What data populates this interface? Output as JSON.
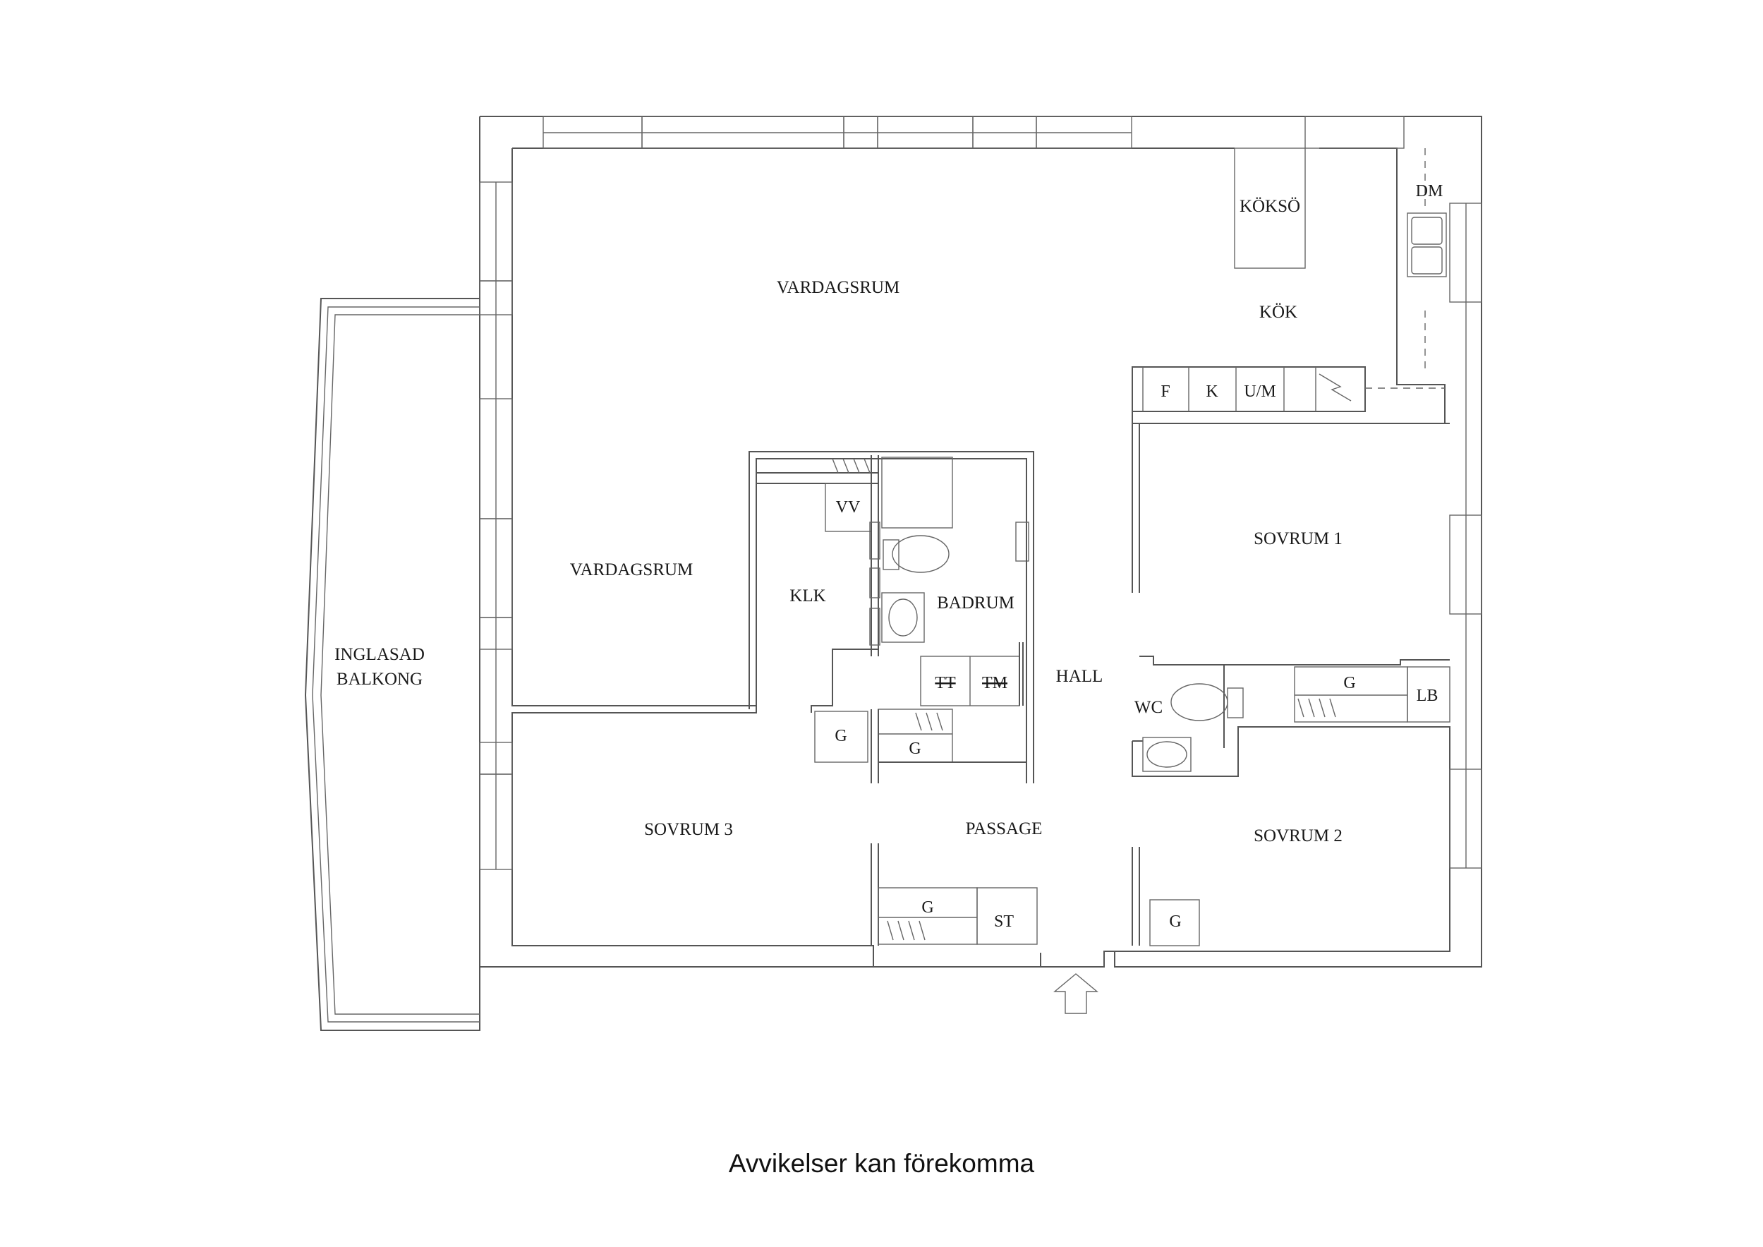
{
  "rooms": {
    "vardagsrum_top": "VARDAGSRUM",
    "vardagsrum_left": "VARDAGSRUM",
    "kok": "KÖK",
    "koksö": "KÖKSÖ",
    "sovrum1": "SOVRUM 1",
    "sovrum2": "SOVRUM 2",
    "sovrum3": "SOVRUM 3",
    "badrum": "BADRUM",
    "klk": "KLK",
    "hall": "HALL",
    "wc": "WC",
    "passage": "PASSAGE",
    "balkong_line1": "INGLASAD",
    "balkong_line2": "BALKONG"
  },
  "fixtures": {
    "dm": "DM",
    "f": "F",
    "k": "K",
    "um": "U/M",
    "vv": "VV",
    "tt": "TT",
    "tm": "TM",
    "g_klk": "G",
    "g_closet": "G",
    "g_hall": "G",
    "g_passage": "G",
    "g_sovrum2": "G",
    "lb": "LB",
    "st": "ST"
  },
  "caption": "Avvikelser kan förekomma"
}
